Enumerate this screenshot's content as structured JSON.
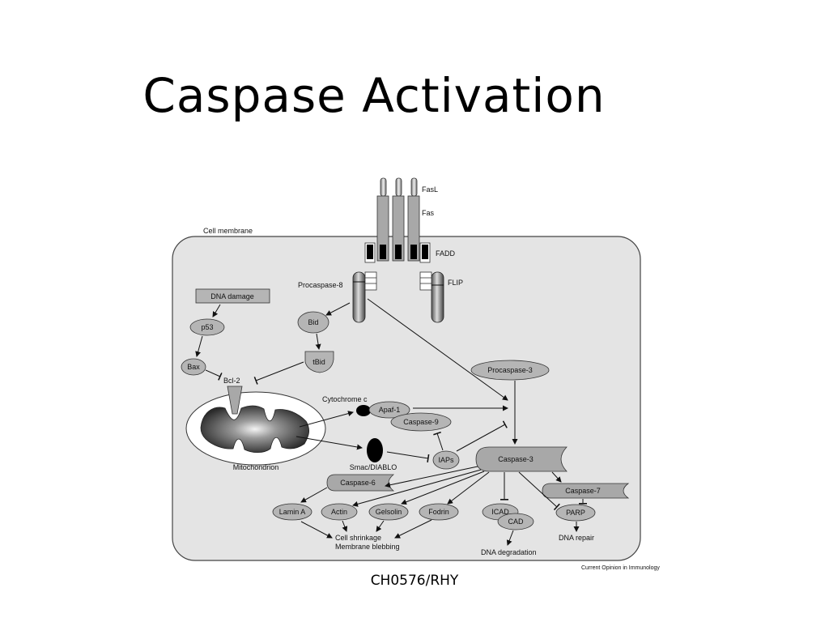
{
  "title": "Caspase Activation",
  "footer": "CH0576/RHY",
  "credit": "Current Opinion in Immunology",
  "labels": {
    "cell_membrane": "Cell membrane",
    "fasl": "FasL",
    "fas": "Fas",
    "fadd": "FADD",
    "flip": "FLIP",
    "procaspase8": "Procaspase-8",
    "dna_damage": "DNA damage",
    "p53": "p53",
    "bid": "Bid",
    "tbid": "tBid",
    "bax": "Bax",
    "bcl2": "Bcl-2",
    "procaspase3": "Procaspase-3",
    "cytochrome_c": "Cytochrome c",
    "apaf1": "Apaf-1",
    "caspase9": "Caspase-9",
    "mitochondrion": "Mitochondrion",
    "smac": "Smac/DIABLO",
    "iaps": "IAPs",
    "caspase3": "Caspase-3",
    "caspase6": "Caspase-6",
    "caspase7": "Caspase-7",
    "lamin_a": "Lamin A",
    "actin": "Actin",
    "gelsolin": "Gelsolin",
    "fodrin": "Fodrin",
    "icad": "ICAD",
    "cad": "CAD",
    "parp": "PARP",
    "shrinkage_line1": "Cell shrinkage",
    "shrinkage_line2": "Membrane blebbing",
    "dna_degradation": "DNA degradation",
    "dna_repair": "DNA repair"
  }
}
